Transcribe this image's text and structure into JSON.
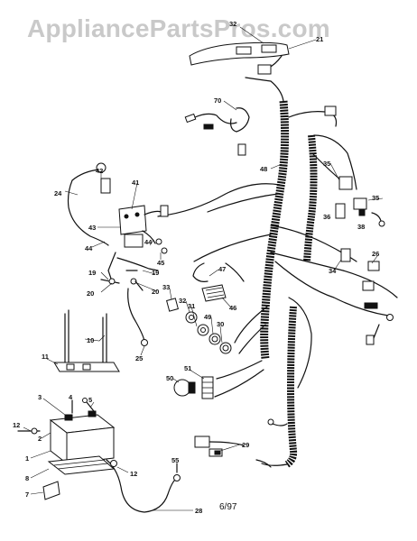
{
  "watermark": "AppliancePartsPros.com",
  "date_code": "6/97",
  "callouts": {
    "c32a": "32",
    "c21": "21",
    "c70": "70",
    "c48": "48",
    "c35a": "35",
    "c35b": "35",
    "c36": "36",
    "c38": "38",
    "c42": "42",
    "c41": "41",
    "c24": "24",
    "c43": "43",
    "c44a": "44",
    "c44b": "44",
    "c45": "45",
    "c47": "47",
    "c19a": "19",
    "c19b": "19",
    "c20a": "20",
    "c20b": "20",
    "c33": "33",
    "c32b": "32",
    "c31": "31",
    "c49": "49",
    "c30": "30",
    "c46": "46",
    "c34": "34",
    "c26": "26",
    "c10": "10",
    "c11": "11",
    "c25": "25",
    "c51": "51",
    "c50": "50",
    "c3": "3",
    "c4": "4",
    "c5": "5",
    "c12a": "12",
    "c2": "2",
    "c1": "1",
    "c8": "8",
    "c7": "7",
    "c12b": "12",
    "c55": "55",
    "c29": "29",
    "c28": "28"
  }
}
